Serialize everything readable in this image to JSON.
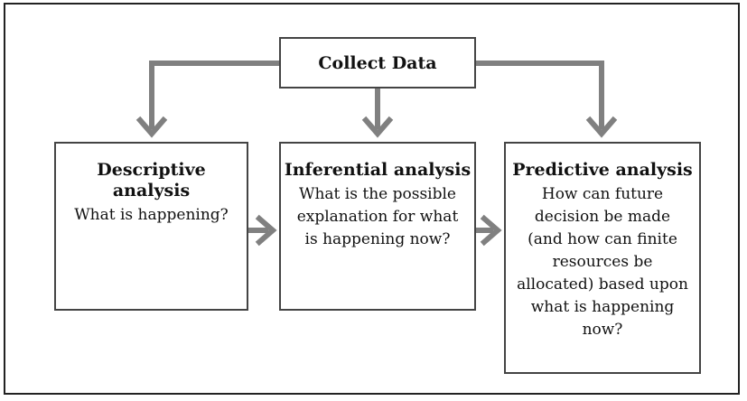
{
  "collect": {
    "label": "Collect Data"
  },
  "stages": [
    {
      "title": "Descriptive analysis",
      "question": "What is happening?"
    },
    {
      "title": "Inferential analysis",
      "question": "What is the possible explanation for what is happening now?"
    },
    {
      "title": "Predictive analysis",
      "question": "How can future decision be made (and how can finite resources be allocated) based upon what is happening now?"
    }
  ],
  "colors": {
    "arrow": "#808080",
    "box_border": "#444444",
    "frame_border": "#222222"
  }
}
